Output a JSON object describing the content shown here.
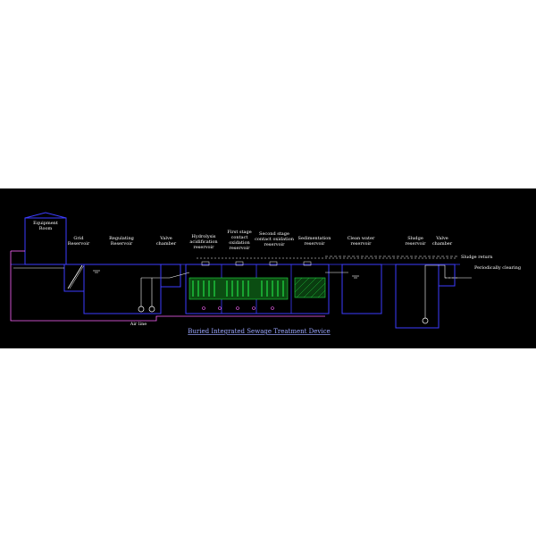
{
  "title": "Buried Integrated Sewage Treatment Device",
  "labels": {
    "equipment_room": [
      "Equipment",
      "Room"
    ],
    "grid_reservoir": [
      "Grid",
      "Reservoir"
    ],
    "regulating_reservoir": [
      "Regulating",
      "Reservoir"
    ],
    "valve_chamber_1": [
      "Valve",
      "chamber"
    ],
    "hydrolysis": [
      "Hydrolysis",
      "acidification",
      "reservoir"
    ],
    "first_stage": [
      "First stage",
      "contact",
      "oxidation",
      "reservoir"
    ],
    "second_stage": [
      "Second stage",
      "contact oxidation",
      "reservoir"
    ],
    "sedimentation": [
      "Sedimentation",
      "reservoir"
    ],
    "clean_water": [
      "Clean water",
      "reservoir"
    ],
    "sludge_reservoir": [
      "Sludge",
      "reservoir"
    ],
    "valve_chamber_2": [
      "Valve",
      "chamber"
    ],
    "sludge_return": "Sludge return",
    "periodically_clearing": "Periodically clearing",
    "air_line": "Air line"
  },
  "colors": {
    "background": "#000000",
    "structure": "#3d3dff",
    "pipe_air": "#ff66ff",
    "pipe_return": "#ffffff",
    "media": "#22dd44",
    "text": "#ffffff",
    "title": "#9aa6ff"
  }
}
